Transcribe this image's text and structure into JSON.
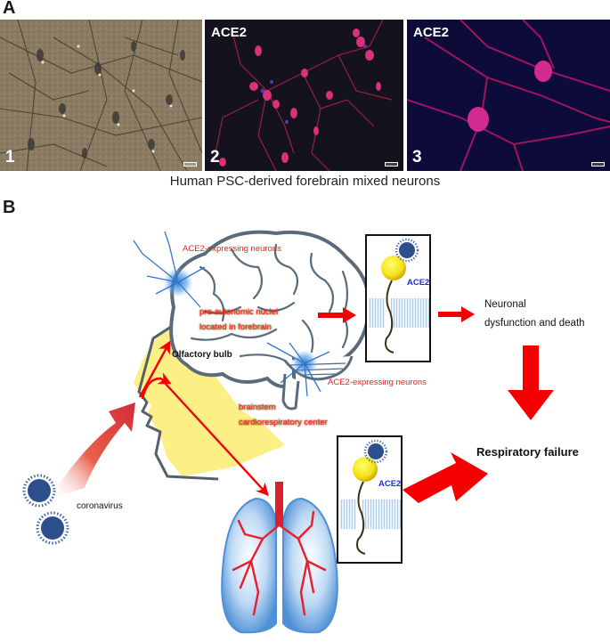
{
  "panel_a": {
    "letter": "A",
    "images": [
      {
        "number": "1",
        "label": "",
        "kind": "phase-contrast"
      },
      {
        "number": "2",
        "label": "ACE2",
        "kind": "fluorescence"
      },
      {
        "number": "3",
        "label": "ACE2",
        "kind": "fluorescence"
      }
    ],
    "caption": "Human PSC-derived forebrain mixed neurons"
  },
  "panel_b": {
    "letter": "B",
    "labels": {
      "ace2_neurons_top": "ACE2-expressing neurons",
      "pre_autonomic_1": "pre-autonomic nuclei",
      "pre_autonomic_2": "located in forebrain",
      "olfactory_bulb": "Olfactory bulb",
      "ace2_neurons_bottom": "ACE2-expressing neurons",
      "brainstem_1": "brainstem",
      "brainstem_2": "cardiorespiratory center",
      "coronavirus": "coronavirus",
      "neuronal_1": "Neuronal",
      "neuronal_2": "dysfunction and death",
      "respiratory_failure": "Respiratory failure",
      "ace2_box_top": "ACE2",
      "ace2_box_bottom": "ACE2"
    },
    "colors": {
      "arrow_red": "#f40000",
      "label_red": "#ee2222",
      "face_yellow": "#fbef86",
      "brain_outline": "#5b6b7a",
      "ace2_blue": "#1a2fe6",
      "lung_blue": "#4a8fd8",
      "virus_blue": "#2d4f8e"
    }
  }
}
